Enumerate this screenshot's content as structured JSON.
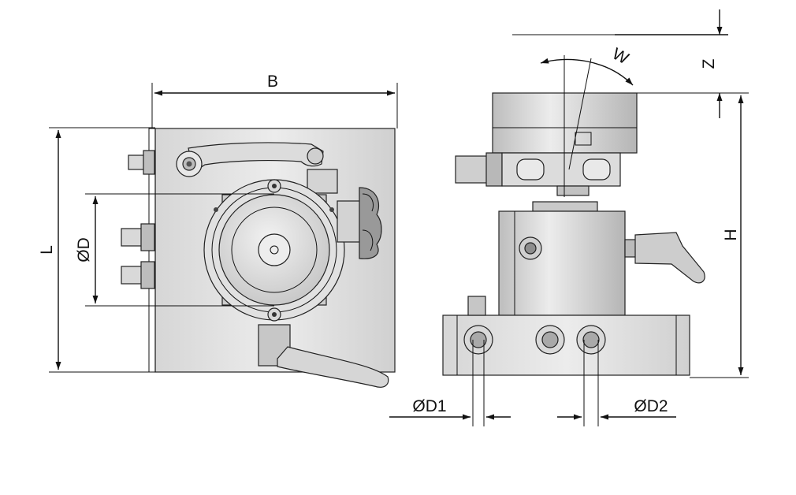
{
  "dimensions": {
    "B": "B",
    "L": "L",
    "D": "ØD",
    "D1": "ØD1",
    "D2": "ØD2",
    "H": "H",
    "Z": "Z",
    "W": "W"
  },
  "colors": {
    "body_light": "#e4e4e4",
    "body_mid": "#c8c8c8",
    "body_dark": "#a8a8a8",
    "line": "#111111"
  }
}
